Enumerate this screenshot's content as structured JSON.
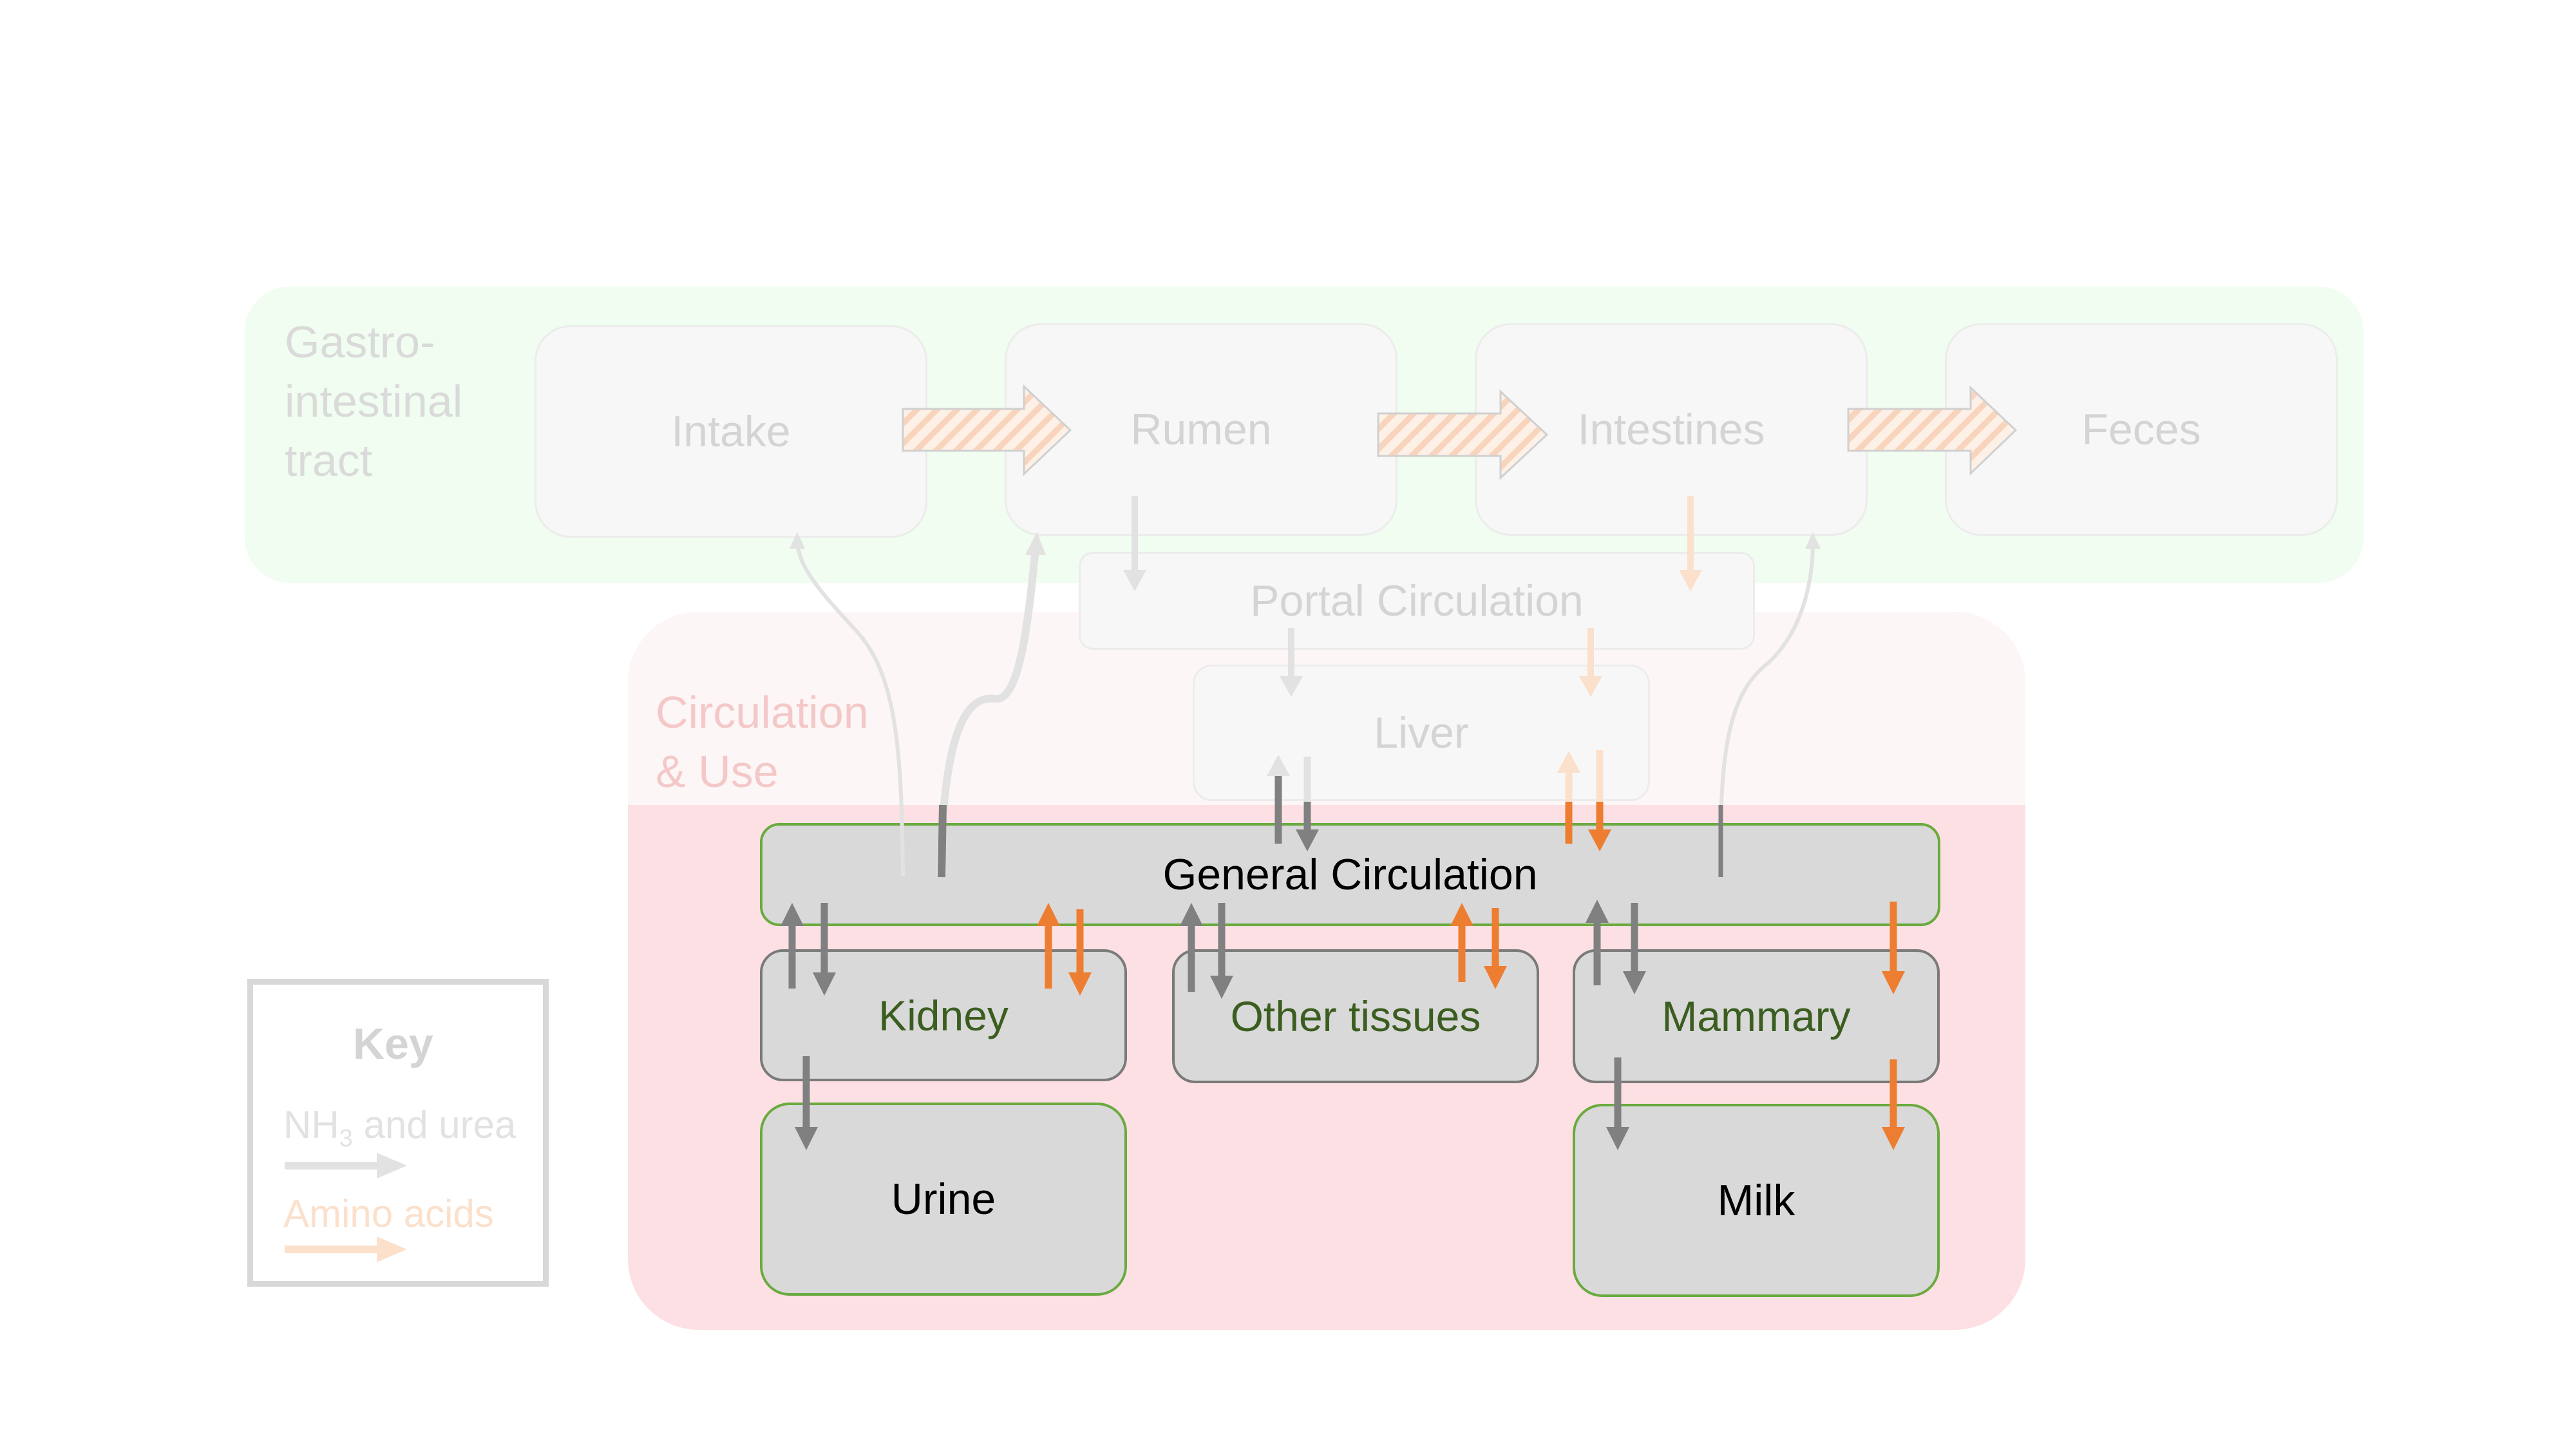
{
  "colors": {
    "gi_panel": "#f0fdf0",
    "circ_panel_top": "#fdf6f6",
    "circ_panel_bottom": "#fde0e3",
    "nh3_arrow": "#808080",
    "nh3_faded": "#e2e2e2",
    "aa_arrow": "#ed7d31",
    "aa_faded": "#fbe0cc",
    "box_fill": "#d9d9d9",
    "box_border_green": "#6aaa3e",
    "tissue_text": "#3b5e20"
  },
  "gi": {
    "label": "Gastro-\nintestinal\ntract",
    "intake": "Intake",
    "rumen": "Rumen",
    "intestines": "Intestines",
    "feces": "Feces"
  },
  "portal": "Portal Circulation",
  "liver": "Liver",
  "circ": {
    "label": "Circulation\n& Use"
  },
  "general": "General Circulation",
  "kidney": "Kidney",
  "other": "Other tissues",
  "mammary": "Mammary",
  "urine": "Urine",
  "milk": "Milk",
  "key": {
    "title": "Key",
    "nh3_label": "NH",
    "nh3_sub": "3",
    "nh3_label_tail": " and urea",
    "aa_label": "Amino acids"
  }
}
